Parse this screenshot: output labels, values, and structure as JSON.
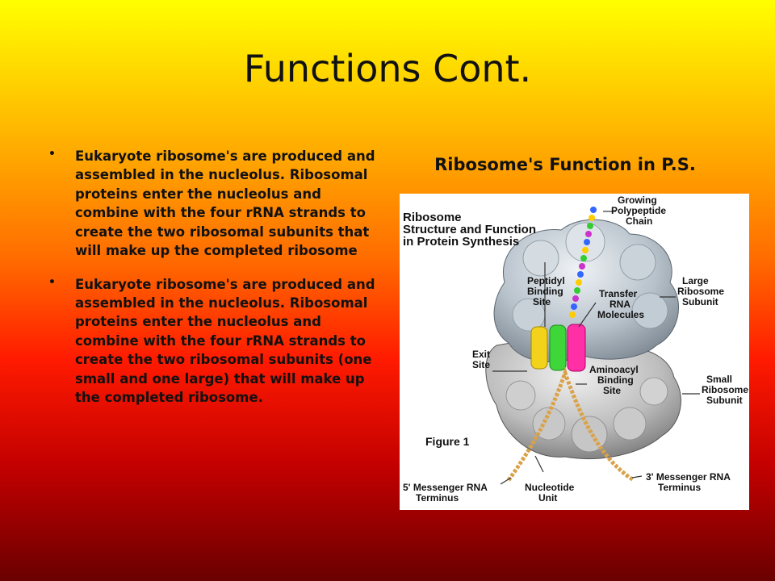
{
  "slide": {
    "title": "Functions Cont.",
    "bullets": [
      "Eukaryote ribosome's are produced and assembled in the nucleolus. Ribosomal proteins enter the nucleolus and combine with the four rRNA strands to create the two ribosomal subunits that will make up the completed ribosome",
      "Eukaryote ribosome's are produced and assembled in the nucleolus. Ribosomal proteins enter the nucleolus and combine with the four rRNA strands to create the two ribosomal subunits (one small and one large) that will make up the completed ribosome."
    ],
    "bullet_glyph": "•",
    "right_heading": "Ribosome's Function in P.S.",
    "figure": {
      "title_lines": [
        "Ribosome",
        "Structure and Function",
        "in Protein Synthesis"
      ],
      "figure_label": "Figure 1",
      "labels": {
        "growing": [
          "Growing",
          "Polypeptide",
          "Chain"
        ],
        "large": [
          "Large",
          "Ribosome",
          "Subunit"
        ],
        "peptidyl": [
          "Peptidyl",
          "Binding",
          "Site"
        ],
        "transfer": [
          "Transfer",
          "RNA",
          "Molecules"
        ],
        "exit": [
          "Exit",
          "Site"
        ],
        "aminoacyl": [
          "Aminoacyl",
          "Binding",
          "Site"
        ],
        "small": [
          "Small",
          "Ribosome",
          "Subunit"
        ],
        "mrna5": [
          "5' Messenger RNA",
          "Terminus"
        ],
        "nucleotide": [
          "Nucleotide",
          "Unit"
        ],
        "mrna3": [
          "3' Messenger RNA",
          "Terminus"
        ]
      }
    }
  }
}
